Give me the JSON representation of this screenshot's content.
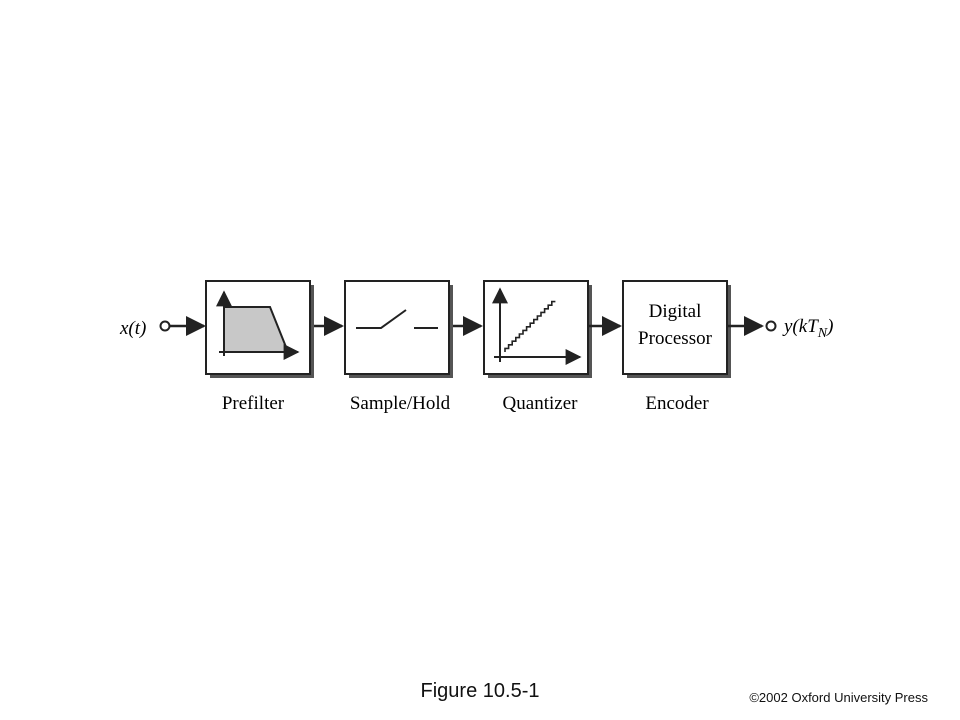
{
  "diagram": {
    "input_label": "x(t)",
    "output_label_main": "y(kT",
    "output_label_sub": "N",
    "output_label_end": ")",
    "blocks": [
      {
        "label": "Prefilter"
      },
      {
        "label": "Sample/Hold"
      },
      {
        "label": "Quantizer"
      },
      {
        "label": "Encoder",
        "inner_line1": "Digital",
        "inner_line2": "Processor"
      }
    ]
  },
  "caption": "Figure 10.5-1",
  "copyright": "©2002 Oxford University Press",
  "colors": {
    "stroke": "#222222",
    "shadow": "#555555",
    "filter_fill": "#c8c8c8"
  }
}
